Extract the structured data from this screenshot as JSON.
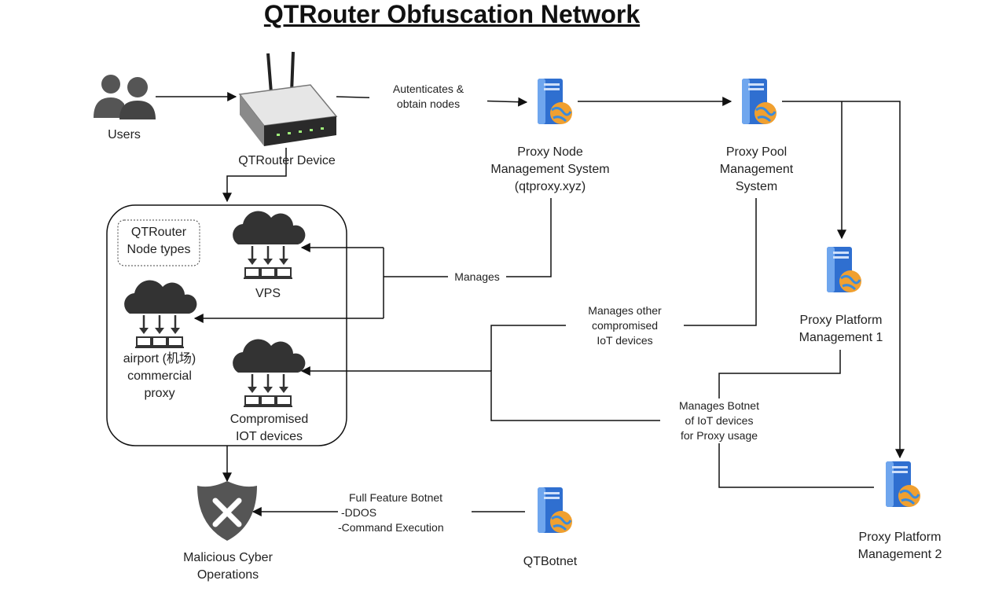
{
  "title": "QTRouter Obfuscation Network",
  "nodes": {
    "users": "Users",
    "device": "QTRouter Device",
    "node_mgmt": [
      "Proxy Node",
      "Management System",
      "(qtproxy.xyz)"
    ],
    "pool_mgmt": [
      "Proxy Pool",
      "Management",
      "System"
    ],
    "platform1": [
      "Proxy Platform",
      "Management 1"
    ],
    "platform2": [
      "Proxy Platform",
      "Management 2"
    ],
    "qtbotnet": "QTBotnet",
    "malicious": [
      "Malicious Cyber",
      "Operations"
    ]
  },
  "group": {
    "label": [
      "QTRouter",
      "Node types"
    ],
    "vps": "VPS",
    "airport": [
      "airport (机场)",
      "commercial",
      "proxy"
    ],
    "iot": [
      "Compromised",
      "IOT devices"
    ]
  },
  "edges": {
    "auth": [
      "Autenticates &",
      "obtain nodes"
    ],
    "manages": "Manages",
    "manages_other": [
      "Manages other",
      "compromised",
      "IoT devices"
    ],
    "manages_botnet": [
      "Manages Botnet",
      "of IoT devices",
      "for Proxy usage"
    ],
    "full_feature": [
      "Full Feature Botnet",
      "-DDOS",
      "-Command Execution"
    ]
  },
  "colors": {
    "line": "#111111",
    "server_blue": "#2f6fd0",
    "globe": "#f0a030",
    "shield": "#555555",
    "cloud": "#333333"
  }
}
